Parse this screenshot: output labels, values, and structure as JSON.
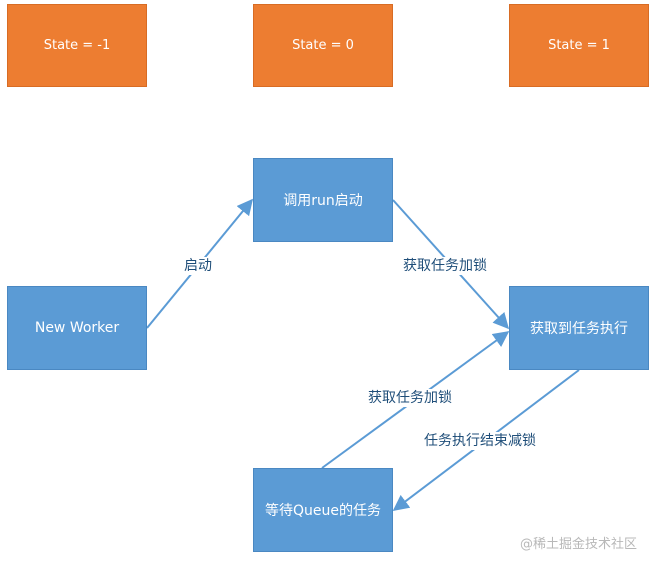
{
  "states": [
    {
      "label": "State = -1"
    },
    {
      "label": "State = 0"
    },
    {
      "label": "State = 1"
    }
  ],
  "nodes": {
    "new_worker": "New Worker",
    "run_start": "调用run启动",
    "get_task_execute": "获取到任务执行",
    "wait_queue": "等待Queue的任务"
  },
  "edges": {
    "start": "启动",
    "acquire_lock_top": "获取任务加锁",
    "acquire_lock_bottom": "获取任务加锁",
    "release_lock": "任务执行结束减锁"
  },
  "colors": {
    "state_fill": "#ed7d31",
    "node_fill": "#5b9bd5",
    "edge_stroke": "#5b9bd5",
    "label_text": "#1f4e79"
  },
  "watermark": "@稀土掘金技术社区"
}
